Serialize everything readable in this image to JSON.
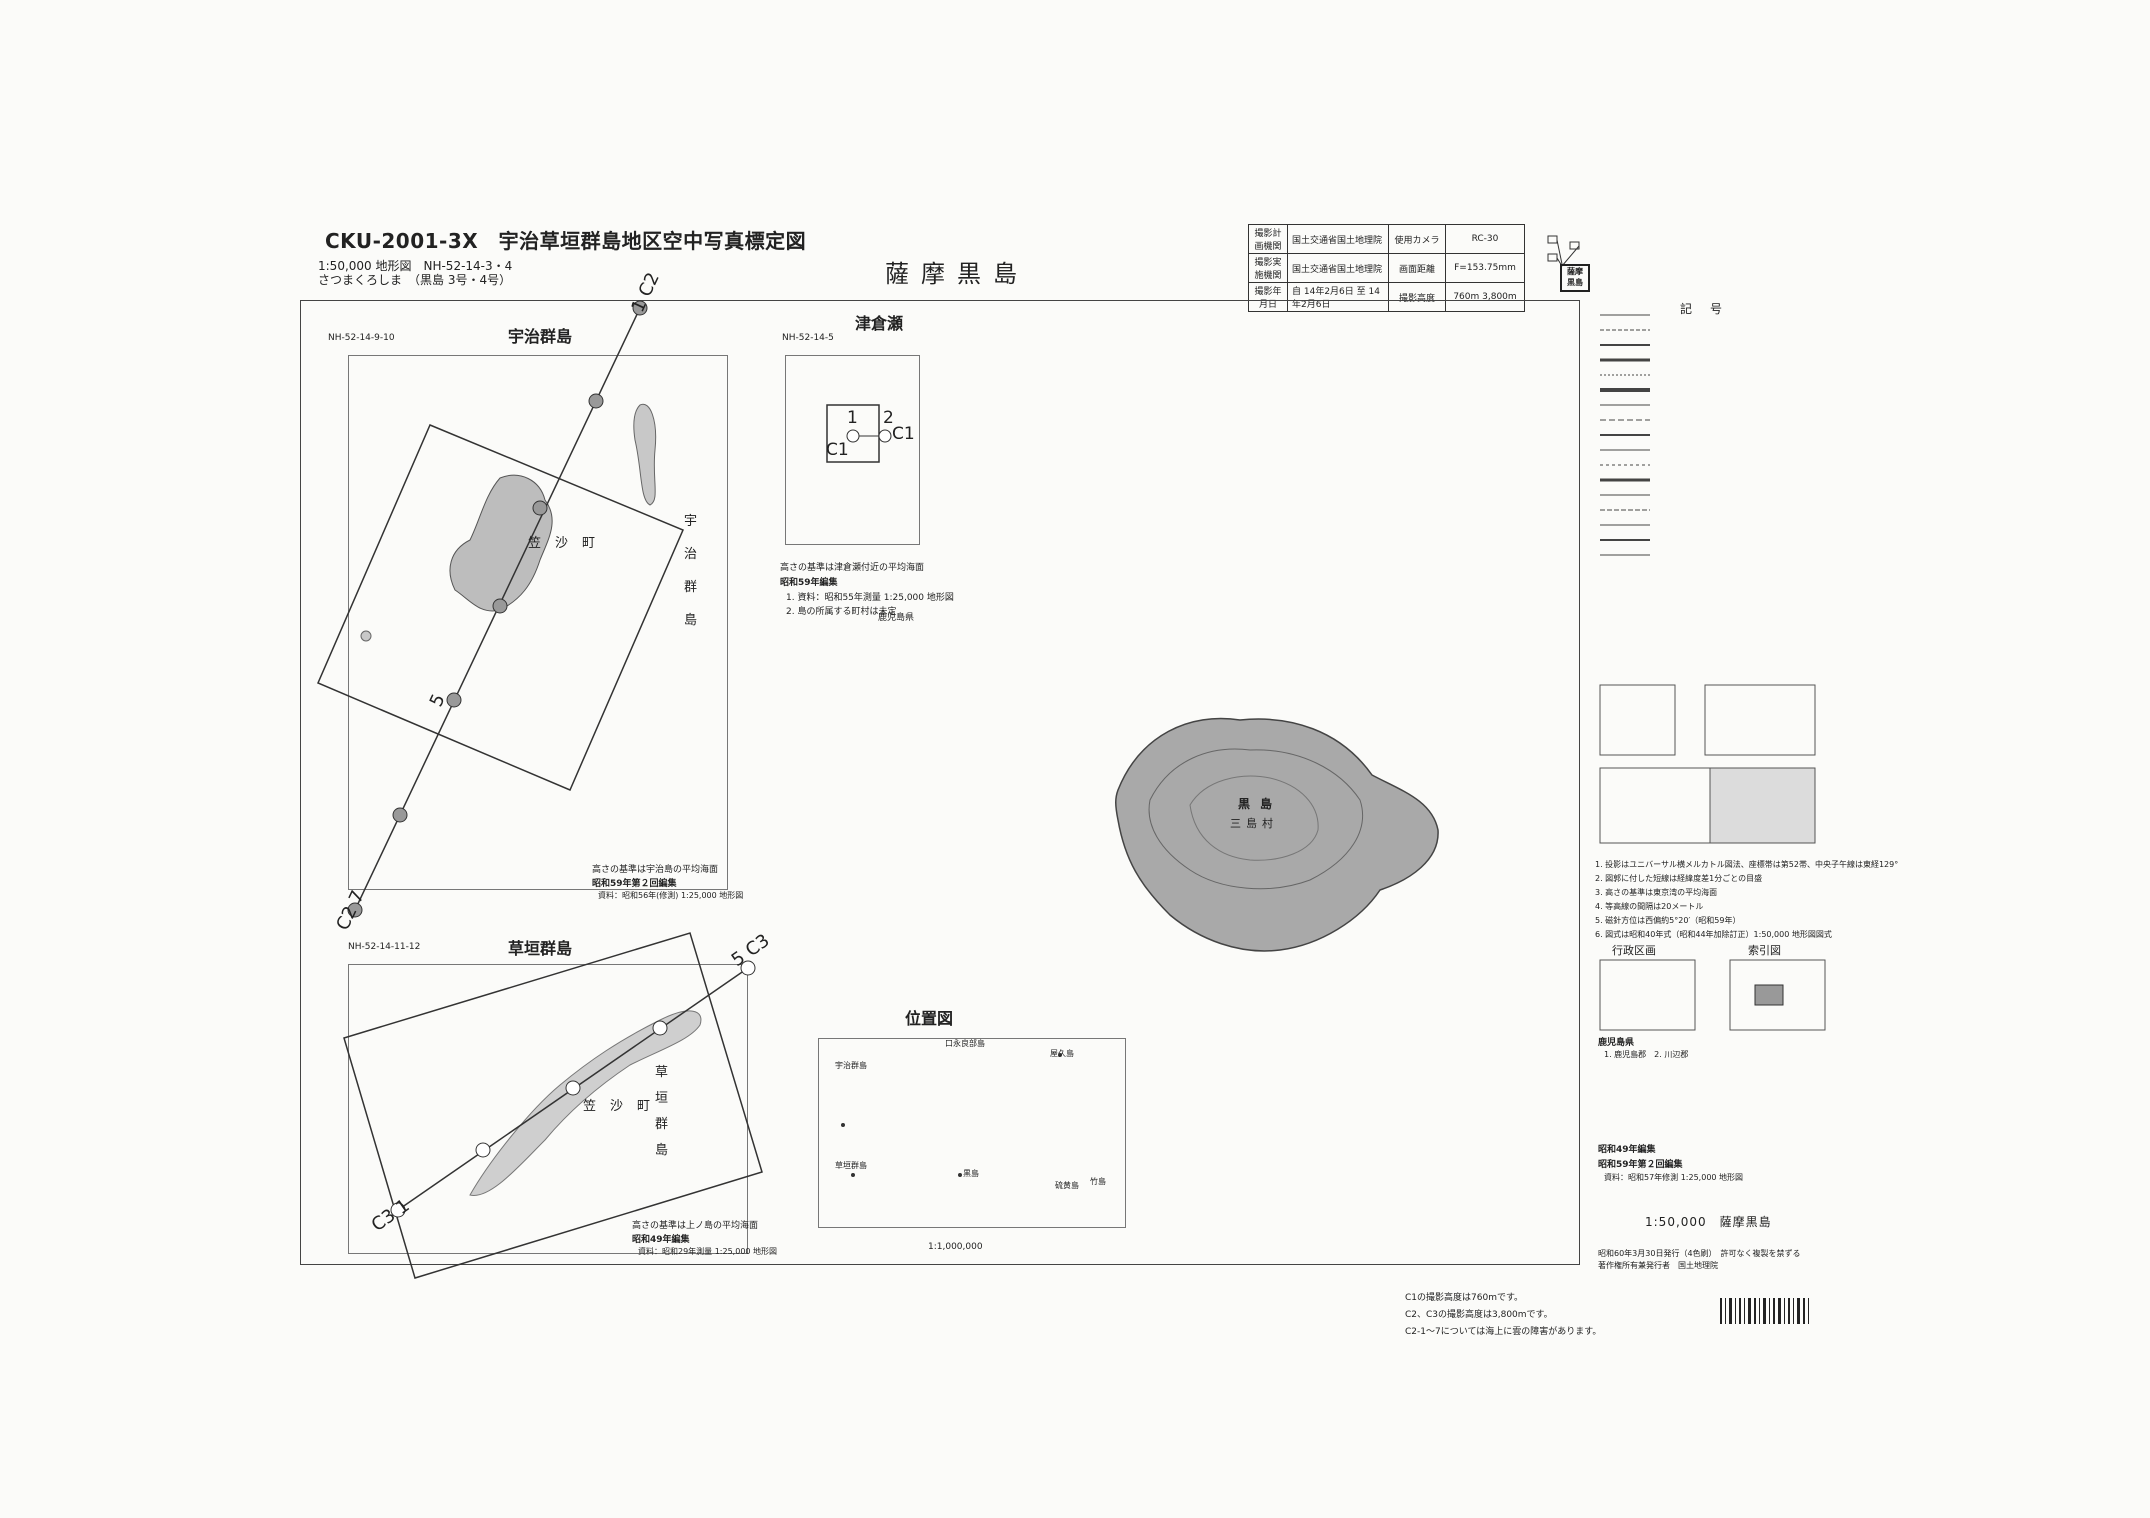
{
  "header": {
    "code_title": "CKU-2001-3X　宇治草垣群島地区空中写真標定図",
    "map_series": "1:50,000 地形図　NH-52-14-3・4",
    "map_reading": "さつまくろしま　（黒島 3号・4号）",
    "main_title": "薩摩黒島"
  },
  "info_table": {
    "rows": [
      {
        "k": "撮影計画機関",
        "v": "国土交通省国土地理院",
        "k2": "使用カメラ",
        "v2": "RC-30"
      },
      {
        "k": "撮影実施機関",
        "v": "国土交通省国土地理院",
        "k2": "画面距離",
        "v2": "F=153.75mm"
      },
      {
        "k": "撮影年月日",
        "v": "自 14年2月6日 至 14年2月6日",
        "k2": "撮影高度",
        "v2": "760m 3,800m"
      }
    ]
  },
  "index_badge": {
    "line1": "薩摩",
    "line2": "黒島"
  },
  "insets": {
    "uji": {
      "sheet": "NH-52-14-9-10",
      "title": "宇治群島",
      "town_label": [
        "笠",
        "沙",
        "町"
      ],
      "side_label": [
        "宇",
        "治",
        "群",
        "島"
      ],
      "note1": "高さの基準は宇治島の平均海面",
      "note2": "昭和59年第２回編集",
      "note3": "資料：昭和56年(修測) 1:25,000 地形図"
    },
    "tsukura": {
      "sheet": "NH-52-14-5",
      "title": "津倉瀬",
      "note1": "高さの基準は津倉瀬付近の平均海面",
      "note2": "昭和59年編集",
      "note3": "1. 資料：昭和55年測量 1:25,000 地形図",
      "note4": "2. 島の所属する町村は未定",
      "pref": "鹿児島県"
    },
    "kusagaki": {
      "sheet": "NH-52-14-11-12",
      "title": "草垣群島",
      "town_label": [
        "笠",
        "沙",
        "町"
      ],
      "side_label": [
        "草",
        "垣",
        "群",
        "島"
      ],
      "note1": "高さの基準は上ノ島の平均海面",
      "note2": "昭和49年編集",
      "note3": "資料：昭和29年測量 1:25,000 地形図"
    },
    "location": {
      "title": "位置図",
      "scale": "1:1,000,000",
      "labels": [
        "宇治群島",
        "草垣群島",
        "黒島",
        "硫黄島",
        "竹島",
        "口永良部島",
        "屋久島"
      ]
    }
  },
  "flight_lines": {
    "c1": {
      "start": "1",
      "end": "2",
      "label": "C1"
    },
    "c2": {
      "start": "1",
      "mid": "5",
      "end": "7",
      "label": "C2"
    },
    "c3": {
      "start": "1",
      "end": "5",
      "label": "C3"
    }
  },
  "island_labels": {
    "name": "黒島",
    "village": "三島村"
  },
  "legend": {
    "title": "記号",
    "admin_title": "行政区画",
    "index_title": "索引図",
    "admin_pref": "鹿児島県",
    "admin_list": "1. 鹿児島郡　2. 川辺郡",
    "notes": [
      "1. 投影はユニバーサル横メルカトル図法、座標帯は第52帯、中央子午線は東経129°",
      "2. 図郭に付した短線は経緯度差1分ごとの目盛",
      "3. 高さの基準は東京湾の平均海面",
      "4. 等高線の間隔は20メートル",
      "5. 磁針方位は西偏約5°20′（昭和59年）",
      "6. 図式は昭和40年式（昭和44年加除訂正）1:50,000 地形図図式"
    ],
    "edit1": "昭和49年編集",
    "edit2": "昭和59年第２回編集",
    "edit3": "資料：昭和57年修測 1:25,000 地形図"
  },
  "footer": {
    "scale_title": "1:50,000　薩摩黒島",
    "pub1": "昭和60年3月30日発行（4色刷）　許可なく複製を禁ずる",
    "pub2": "著作権所有兼発行者　国土地理院",
    "note1": "C1の撮影高度は760mです。",
    "note2": "C2、C3の撮影高度は3,800mです。",
    "note3": "C2-1〜7については海上に雲の障害があります。"
  }
}
